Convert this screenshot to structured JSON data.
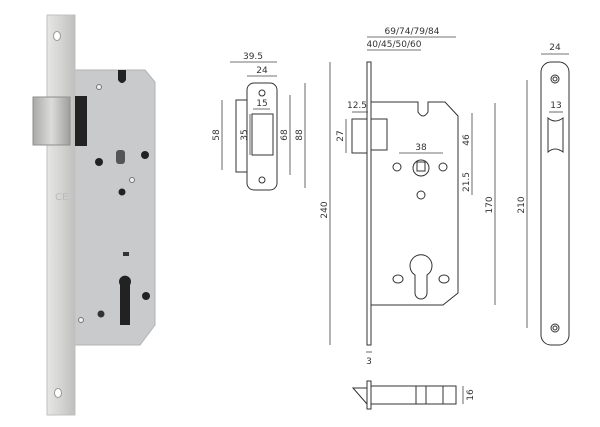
{
  "photo": {
    "label_mark": "CE"
  },
  "strike_plate": {
    "dims": {
      "overall_width": "39.5",
      "plate_width": "24",
      "opening_width": "15",
      "flange_height": "58",
      "opening_height": "35",
      "inner_height": "68",
      "overall_height": "88"
    }
  },
  "lock_case": {
    "dims": {
      "total_depth": "69/74/79/84",
      "backset": "40/45/50/60",
      "latch_projection": "12.5",
      "latch_height": "27",
      "handle_spacing": "38",
      "top_to_follower": "46",
      "follower_to_lower": "21.5",
      "faceplate_height": "240",
      "case_height": "170",
      "faceplate_thickness": "3"
    }
  },
  "faceplate_front": {
    "dims": {
      "width": "24",
      "slot_width": "13",
      "screw_spacing": "210"
    }
  },
  "latch_bolt": {
    "dims": {
      "height": "16"
    }
  },
  "colors": {
    "photo_steel": "#d6d6d4",
    "photo_case": "#c9cbcc",
    "line": "#333333"
  }
}
